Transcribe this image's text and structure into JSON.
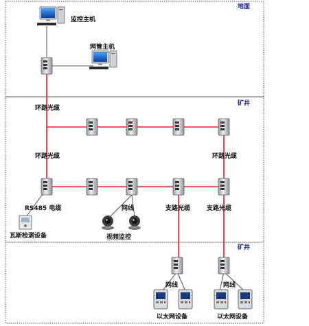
{
  "zones": {
    "surface": "地面",
    "mine_upper": "矿井",
    "mine_lower": "矿井"
  },
  "labels": {
    "monitor_host": "监控主机",
    "nms_host": "网管主机",
    "ring_fiber_top": "环路光缆",
    "ring_fiber_left": "环路光缆",
    "ring_fiber_right": "环路光缆",
    "rs485_cable": "RS485 电缆",
    "gas_sensor": "瓦斯检测设备",
    "net_cable_mid": "网线",
    "video_monitor": "视频监控",
    "branch_fiber_1": "支路光缆",
    "branch_fiber_2": "支路光缆",
    "net_cable_bottom_1": "网线",
    "net_cable_bottom_2": "网线",
    "ethernet_device_1": "以太网设备",
    "ethernet_device_2": "以太网设备"
  },
  "colors": {
    "fiber": "#e8202a",
    "ethernet": "#555555",
    "zone_border": "#555555",
    "zone_text": "#1a2a8c"
  }
}
